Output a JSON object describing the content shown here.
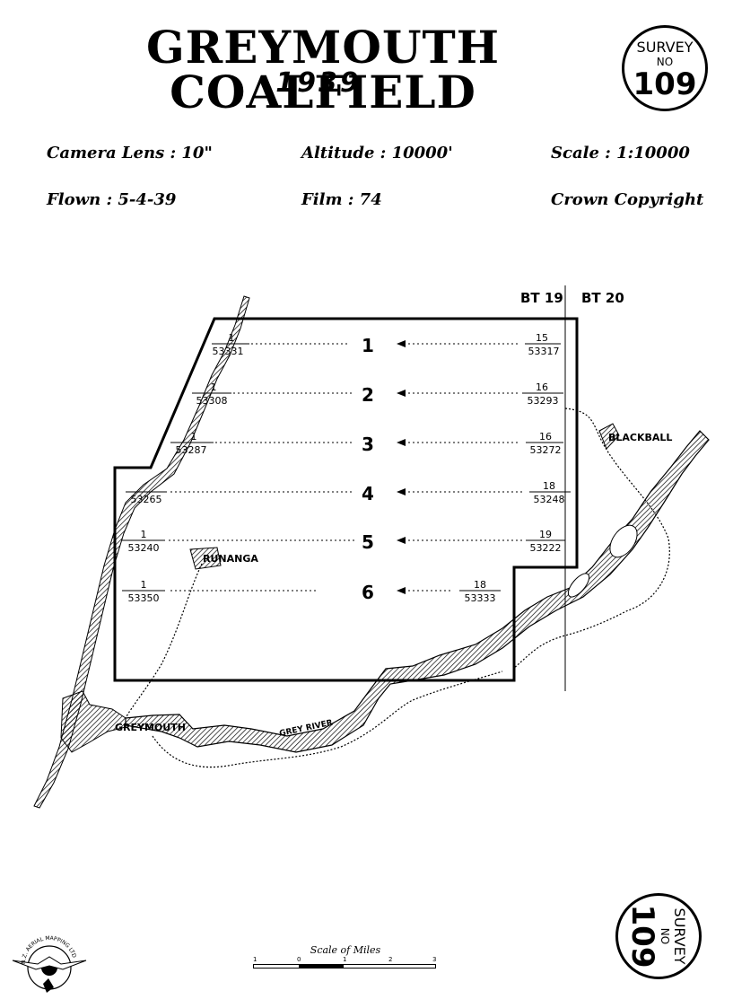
{
  "header": {
    "title": "GREYMOUTH COALFIELD",
    "year": "1939"
  },
  "badge": {
    "line1": "SURVEY",
    "line2": "NO",
    "number": "109"
  },
  "meta": {
    "camera_lens": "Camera Lens : 10\"",
    "altitude": "Altitude : 10000'",
    "scale": "Scale : 1:10000",
    "flown": "Flown : 5-4-39",
    "film": "Film : 74",
    "copyright": "Crown Copyright"
  },
  "map": {
    "sheet_left": "BT 19",
    "sheet_right": "BT 20",
    "runs": [
      {
        "num": "1",
        "start_top": "1",
        "start_bottom": "53331",
        "end_top": "15",
        "end_bottom": "53317"
      },
      {
        "num": "2",
        "start_top": "1",
        "start_bottom": "53308",
        "end_top": "16",
        "end_bottom": "53293"
      },
      {
        "num": "3",
        "start_top": "1",
        "start_bottom": "53287",
        "end_top": "16",
        "end_bottom": "53272"
      },
      {
        "num": "4",
        "start_top": "",
        "start_bottom": "53265",
        "end_top": "18",
        "end_bottom": "53248"
      },
      {
        "num": "5",
        "start_top": "1",
        "start_bottom": "53240",
        "end_top": "19",
        "end_bottom": "53222"
      },
      {
        "num": "6",
        "start_top": "1",
        "start_bottom": "53350",
        "end_top": "18",
        "end_bottom": "53333"
      }
    ],
    "places": {
      "blackball": "BLACKBALL",
      "runanga": "RUNANGA",
      "greymouth": "GREYMOUTH",
      "grey_river": "GREY RIVER"
    }
  },
  "scale_bar": {
    "title": "Scale of Miles",
    "ticks": [
      "1",
      "0",
      "1",
      "2",
      "3"
    ]
  },
  "logo": {
    "text": "N.Z. AERIAL MAPPING LTD"
  }
}
